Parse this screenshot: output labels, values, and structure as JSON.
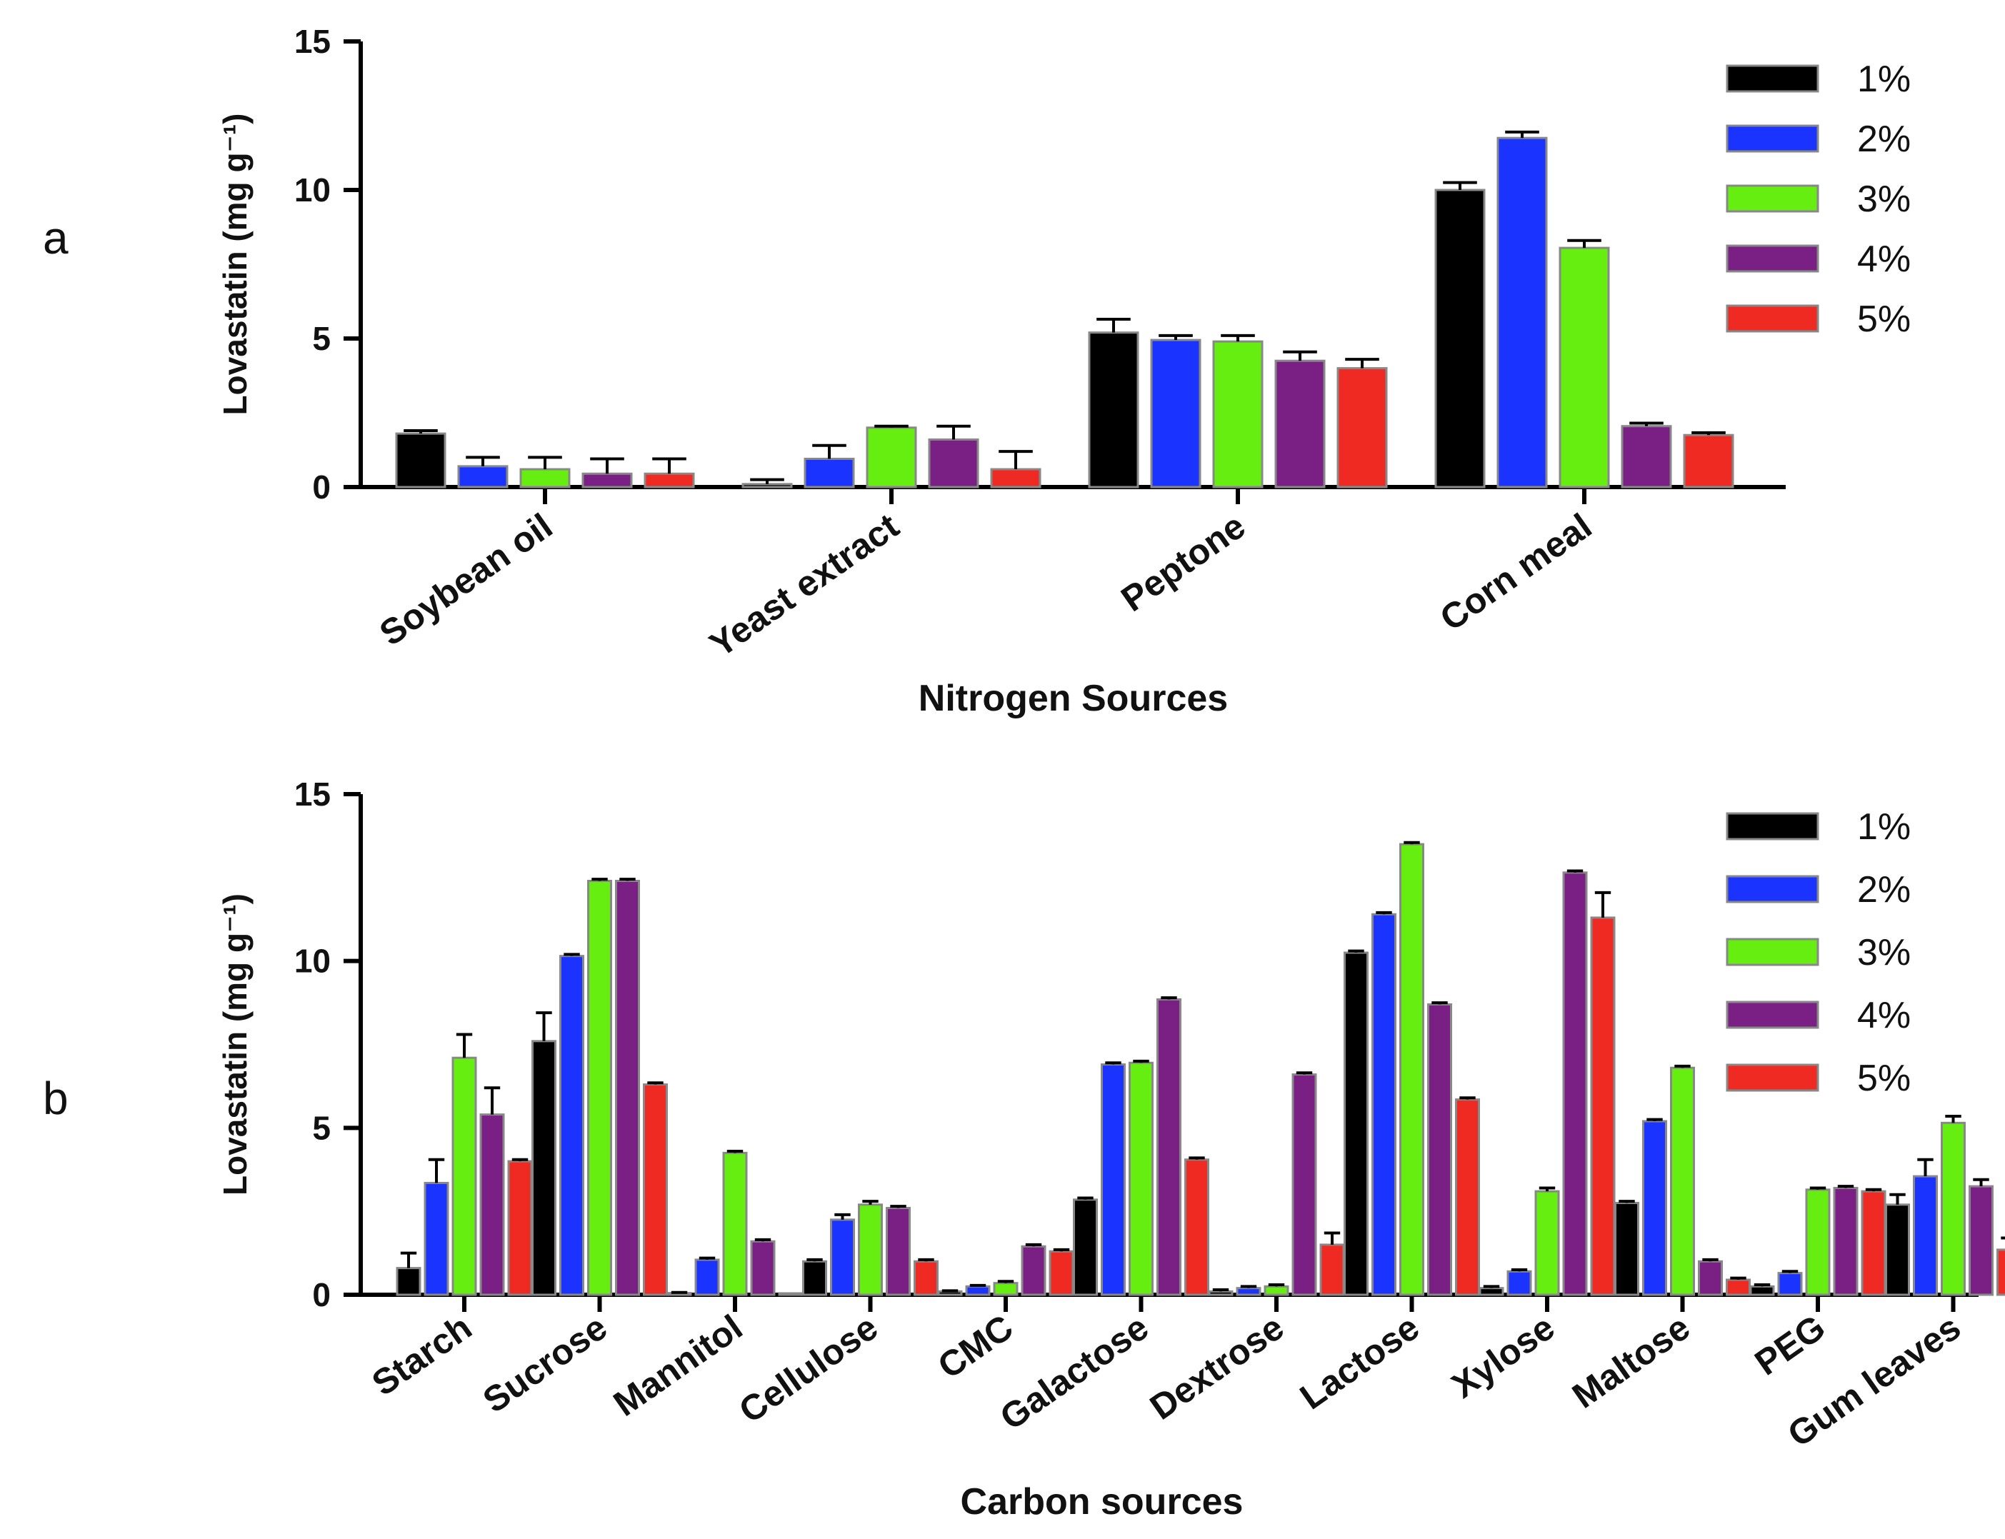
{
  "chart_data": [
    {
      "type": "bar",
      "panel_label": "a",
      "xlabel": "Nitrogen Sources",
      "ylabel": "Lovastatin (mg g⁻¹)",
      "ylim": [
        0,
        15
      ],
      "yticks": [
        0,
        5,
        10,
        15
      ],
      "error_bars": true,
      "grid": false,
      "legend_position": "top-right",
      "categories": [
        "Soybean oil",
        "Yeast extract",
        "Peptone",
        "Corn meal"
      ],
      "series": [
        {
          "name": "1%",
          "color": "#000000",
          "values": [
            1.8,
            0.1,
            5.2,
            10.0
          ],
          "errors": [
            0.1,
            0.15,
            0.45,
            0.25
          ]
        },
        {
          "name": "2%",
          "color": "#1a33ff",
          "values": [
            0.7,
            0.95,
            4.95,
            11.75
          ],
          "errors": [
            0.3,
            0.45,
            0.15,
            0.2
          ]
        },
        {
          "name": "3%",
          "color": "#66ee11",
          "values": [
            0.6,
            2.0,
            4.9,
            8.05
          ],
          "errors": [
            0.4,
            0.05,
            0.2,
            0.25
          ]
        },
        {
          "name": "4%",
          "color": "#7a1f84",
          "values": [
            0.45,
            1.6,
            4.25,
            2.05
          ],
          "errors": [
            0.5,
            0.45,
            0.3,
            0.1
          ]
        },
        {
          "name": "5%",
          "color": "#ee2a22",
          "values": [
            0.45,
            0.6,
            4.0,
            1.75
          ],
          "errors": [
            0.5,
            0.6,
            0.3,
            0.08
          ]
        }
      ]
    },
    {
      "type": "bar",
      "panel_label": "b",
      "xlabel": "Carbon sources",
      "ylabel": "Lovastatin (mg g⁻¹)",
      "ylim": [
        0,
        15
      ],
      "yticks": [
        0,
        5,
        10,
        15
      ],
      "error_bars": true,
      "grid": false,
      "legend_position": "top-right",
      "categories": [
        "Starch",
        "Sucrose",
        "Mannitol",
        "Cellulose",
        "CMC",
        "Galactose",
        "Dextrose",
        "Lactose",
        "Xylose",
        "Maltose",
        "PEG",
        "Gum leaves"
      ],
      "series": [
        {
          "name": "1%",
          "color": "#000000",
          "values": [
            0.8,
            7.6,
            0.05,
            1.0,
            0.1,
            2.85,
            0.1,
            10.25,
            0.2,
            2.75,
            0.25,
            2.7
          ],
          "errors": [
            0.45,
            0.85,
            0.02,
            0.05,
            0.02,
            0.05,
            0.05,
            0.05,
            0.05,
            0.05,
            0.05,
            0.3
          ]
        },
        {
          "name": "2%",
          "color": "#1a33ff",
          "values": [
            3.35,
            10.15,
            1.05,
            2.25,
            0.25,
            6.9,
            0.2,
            11.4,
            0.7,
            5.2,
            0.65,
            3.55
          ],
          "errors": [
            0.7,
            0.05,
            0.05,
            0.15,
            0.03,
            0.05,
            0.05,
            0.05,
            0.05,
            0.05,
            0.05,
            0.5
          ]
        },
        {
          "name": "3%",
          "color": "#66ee11",
          "values": [
            7.1,
            12.4,
            4.25,
            2.7,
            0.35,
            6.95,
            0.25,
            13.5,
            3.1,
            6.8,
            3.15,
            5.15
          ],
          "errors": [
            0.7,
            0.05,
            0.05,
            0.1,
            0.05,
            0.05,
            0.05,
            0.05,
            0.1,
            0.05,
            0.05,
            0.2
          ]
        },
        {
          "name": "4%",
          "color": "#7a1f84",
          "values": [
            5.4,
            12.4,
            1.6,
            2.6,
            1.45,
            8.85,
            6.6,
            8.7,
            12.65,
            1.0,
            3.2,
            3.25
          ],
          "errors": [
            0.8,
            0.05,
            0.05,
            0.05,
            0.05,
            0.05,
            0.05,
            0.05,
            0.05,
            0.05,
            0.05,
            0.2
          ]
        },
        {
          "name": "5%",
          "color": "#ee2a22",
          "values": [
            4.0,
            6.3,
            0.0,
            1.0,
            1.3,
            4.05,
            1.5,
            5.85,
            11.3,
            0.45,
            3.1,
            1.35
          ],
          "errors": [
            0.05,
            0.05,
            0.0,
            0.05,
            0.05,
            0.05,
            0.35,
            0.05,
            0.75,
            0.05,
            0.05,
            0.35
          ]
        }
      ]
    }
  ]
}
